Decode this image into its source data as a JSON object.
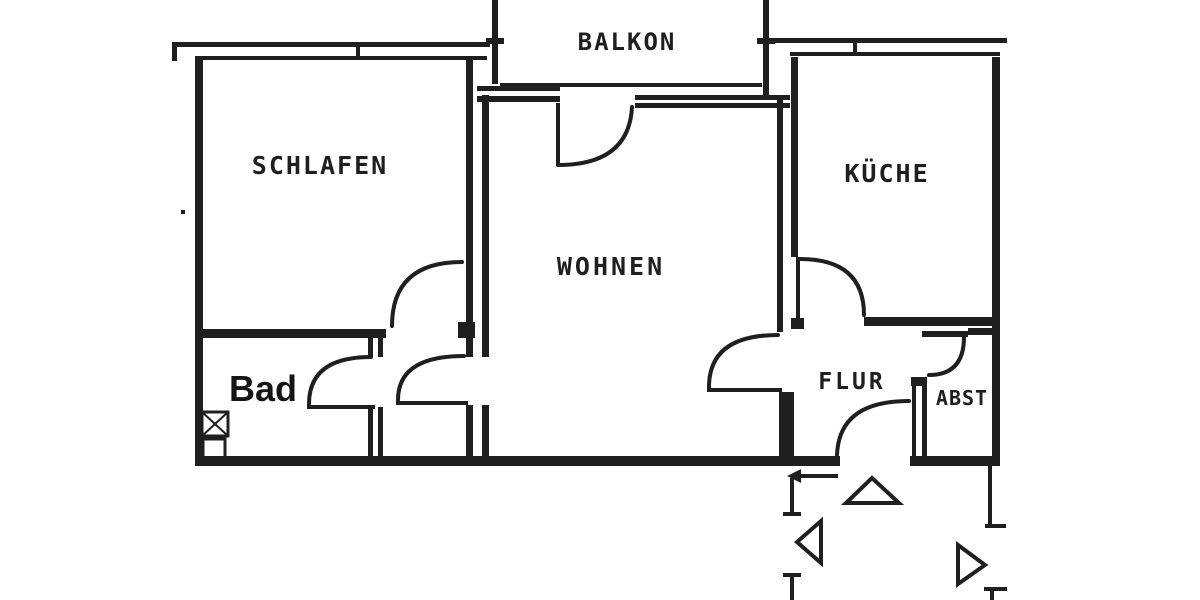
{
  "floorplan": {
    "colors": {
      "background": "#ffffff",
      "ink": "#1f1f1f",
      "overlay_label_color": "#151515"
    },
    "rooms": {
      "balkon": {
        "label": "BALKON"
      },
      "schlafen": {
        "label": "SCHLAFEN"
      },
      "wohnen": {
        "label": "WOHNEN"
      },
      "kueche": {
        "label": "KÜCHE"
      },
      "bad": {
        "label": "Bad"
      },
      "flur": {
        "label": "FLUR"
      },
      "abst": {
        "label": "ABST"
      }
    },
    "icons": {
      "stair_direction_up": "triangle-up",
      "stair_direction_left": "triangle-left",
      "stair_direction_right": "triangle-right",
      "stair_run_arrow": "arrow-left",
      "bad_shaft": "crossed-box"
    }
  }
}
